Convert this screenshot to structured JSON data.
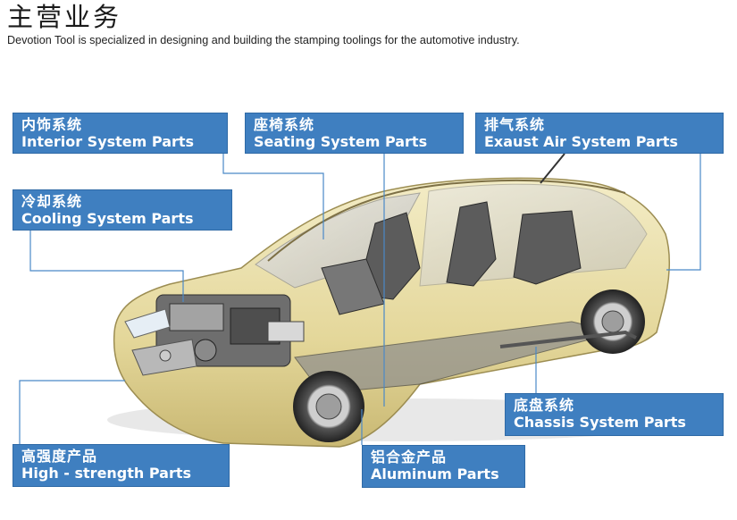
{
  "header": {
    "title": "主营业务",
    "subtitle": "Devotion Tool is specialized in designing and building the stamping toolings for the automotive industry."
  },
  "theme": {
    "callout_bg": "#3f7fc0",
    "line_color": "#4a89c8",
    "car_body": "#e9dfa8"
  },
  "callouts": [
    {
      "zh": "内饰系统",
      "en": "Interior System Parts"
    },
    {
      "zh": "座椅系统",
      "en": "Seating System Parts"
    },
    {
      "zh": "排气系统",
      "en": "Exaust Air System Parts"
    },
    {
      "zh": "冷却系统",
      "en": "Cooling System Parts"
    },
    {
      "zh": "底盘系统",
      "en": "Chassis System Parts"
    },
    {
      "zh": "高强度产品",
      "en": "High - strength Parts"
    },
    {
      "zh": "铝合金产品",
      "en": "Aluminum Parts"
    }
  ]
}
